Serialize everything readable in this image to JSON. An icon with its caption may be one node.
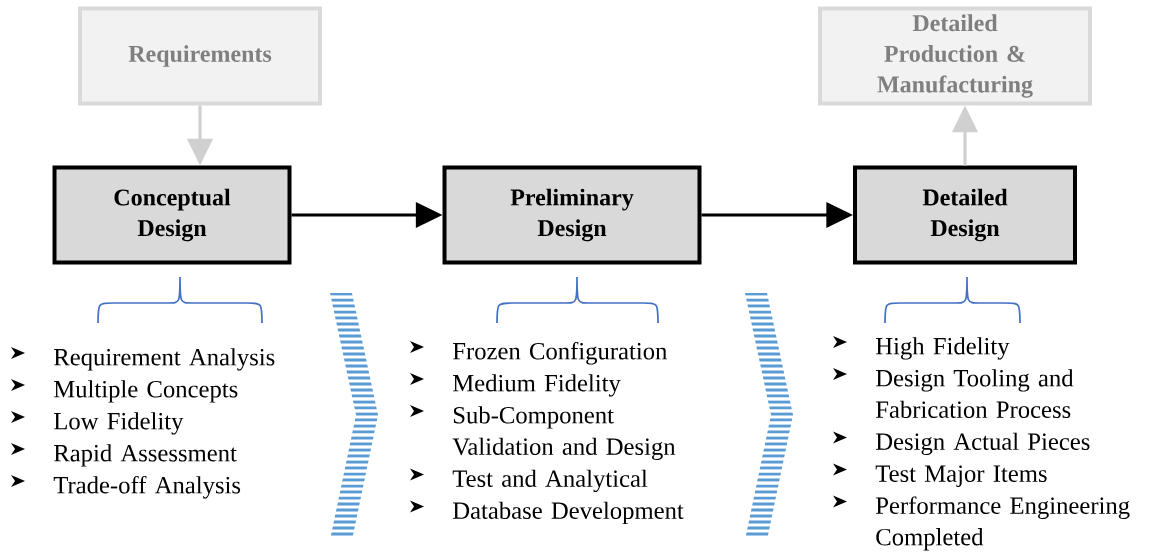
{
  "diagram": {
    "nodes": [
      {
        "text": [
          "Requirements"
        ]
      },
      {
        "text": [
          "Conceptual Design"
        ],
        "beside": [
          "Requirement Analysis",
          "Multiple Concepts",
          "Low Fidelity",
          "Rapid Assessment",
          "Trade-off Analysis"
        ]
      },
      {
        "text": [
          "Preliminary Design"
        ],
        "beside": [
          "Frozen Configuration",
          "Medium Fidelity",
          "Sub-Component Validation and Design",
          "Test and Analytical",
          "Database Development"
        ]
      },
      {
        "text": [
          "Detailed Design"
        ],
        "beside": [
          "High Fidelity",
          "Design Tooling and Fabrication Process",
          "Design Actual Pieces",
          "Test Major Items",
          "Performance Engineering Completed"
        ]
      },
      {
        "text": [
          "Detailed Production & Manufacturing"
        ]
      }
    ],
    "edges": [
      {
        "from": 0,
        "to": 1,
        "arrow": "to",
        "color": "#d0d0d0"
      },
      {
        "from": 1,
        "to": 2,
        "arrow": "to",
        "color": "#000000"
      },
      {
        "from": 2,
        "to": 3,
        "arrow": "to",
        "color": "#000000"
      },
      {
        "from": 3,
        "to": 4,
        "arrow": "to",
        "color": "#d0d0d0"
      }
    ]
  }
}
